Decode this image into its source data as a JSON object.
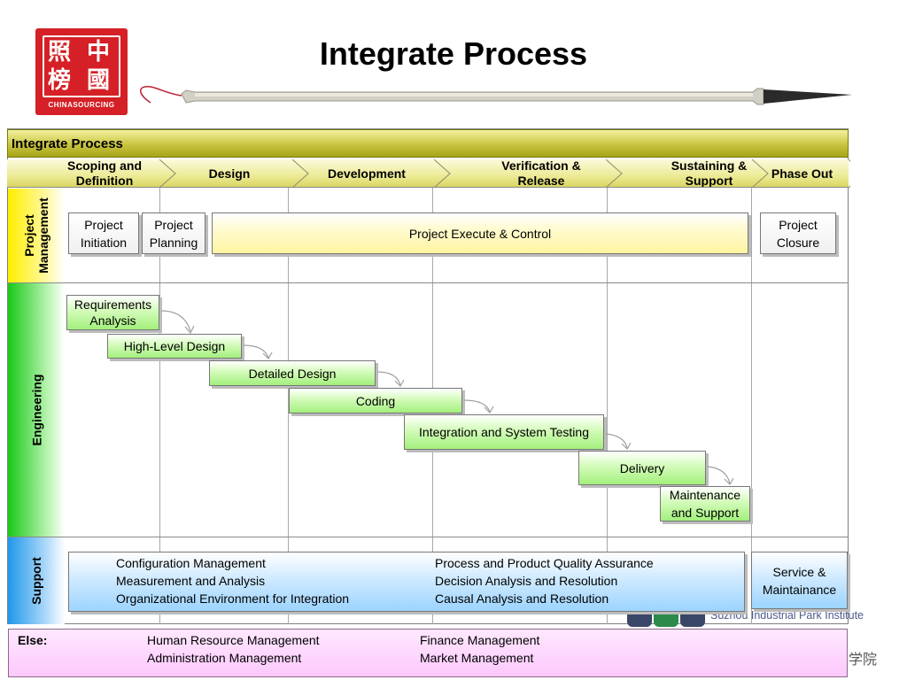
{
  "logo": {
    "glyphs": [
      "照",
      "中",
      "榜",
      "國"
    ],
    "text": "CHINASOURCING"
  },
  "title": "Integrate Process",
  "header_bar": {
    "label": "Integrate Process"
  },
  "phases": [
    {
      "label": "Scoping and Definition"
    },
    {
      "label": "Design"
    },
    {
      "label": "Development"
    },
    {
      "label": "Verification & Release"
    },
    {
      "label": "Sustaining & Support"
    },
    {
      "label": "Phase Out"
    }
  ],
  "rows": {
    "project_management": {
      "label": "Project Management",
      "boxes": [
        {
          "label": "Project Initiation"
        },
        {
          "label": "Project Planning"
        },
        {
          "label": "Project Execute & Control"
        },
        {
          "label": "Project Closure"
        }
      ]
    },
    "engineering": {
      "label": "Engineering",
      "steps": [
        {
          "label": "Requirements Analysis"
        },
        {
          "label": "High-Level Design"
        },
        {
          "label": "Detailed Design"
        },
        {
          "label": "Coding"
        },
        {
          "label": "Integration and System Testing"
        },
        {
          "label": "Delivery"
        },
        {
          "label": "Maintenance and Support"
        }
      ]
    },
    "support": {
      "label": "Support",
      "col1": [
        "Configuration Management",
        "Measurement and Analysis",
        "Organizational Environment for Integration"
      ],
      "col2": [
        "Process and Product Quality Assurance",
        "Decision Analysis and Resolution",
        "Causal Analysis and Resolution"
      ],
      "service": "Service & Maintainance"
    },
    "else": {
      "label": "Else:",
      "col1": [
        "Human Resource Management",
        "Administration Management"
      ],
      "col2": [
        "Finance Management",
        "Market Management"
      ]
    }
  },
  "watermark": {
    "text": "Suzhou Industrial Park Institute",
    "cn": "学院"
  },
  "colors": {
    "title_bar": "#c8c440",
    "pm_band": "#ffee00",
    "engineering_band": "#22cc22",
    "support_band": "#2aa0ee",
    "else_band": "#f4b4f4"
  }
}
